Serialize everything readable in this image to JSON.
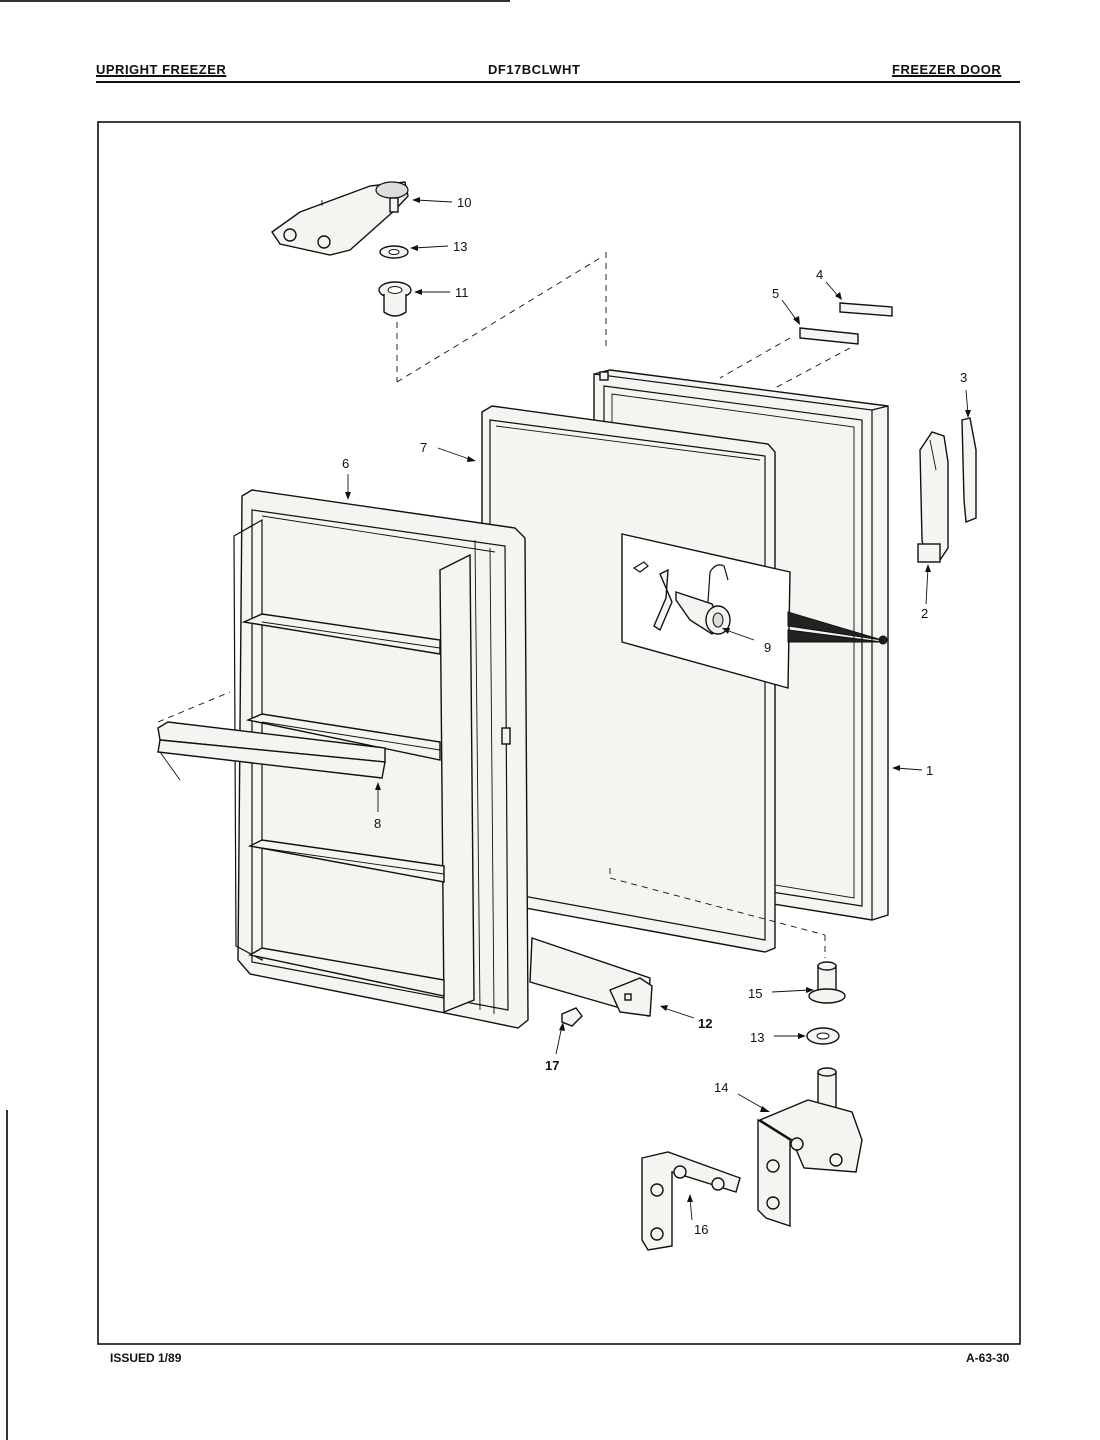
{
  "header": {
    "left": "UPRIGHT FREEZER",
    "center": "DF17BCLWHT",
    "right": "FREEZER DOOR"
  },
  "footer": {
    "issued": "ISSUED 1/89",
    "page_code": "A-63-30"
  },
  "callouts": {
    "c1": "1",
    "c2": "2",
    "c3": "3",
    "c4": "4",
    "c5": "5",
    "c6": "6",
    "c7": "7",
    "c8": "8",
    "c9": "9",
    "c10": "10",
    "c11": "11",
    "c12": "12",
    "c13a": "13",
    "c13b": "13",
    "c14": "14",
    "c15": "15",
    "c16": "16",
    "c17": "17"
  }
}
